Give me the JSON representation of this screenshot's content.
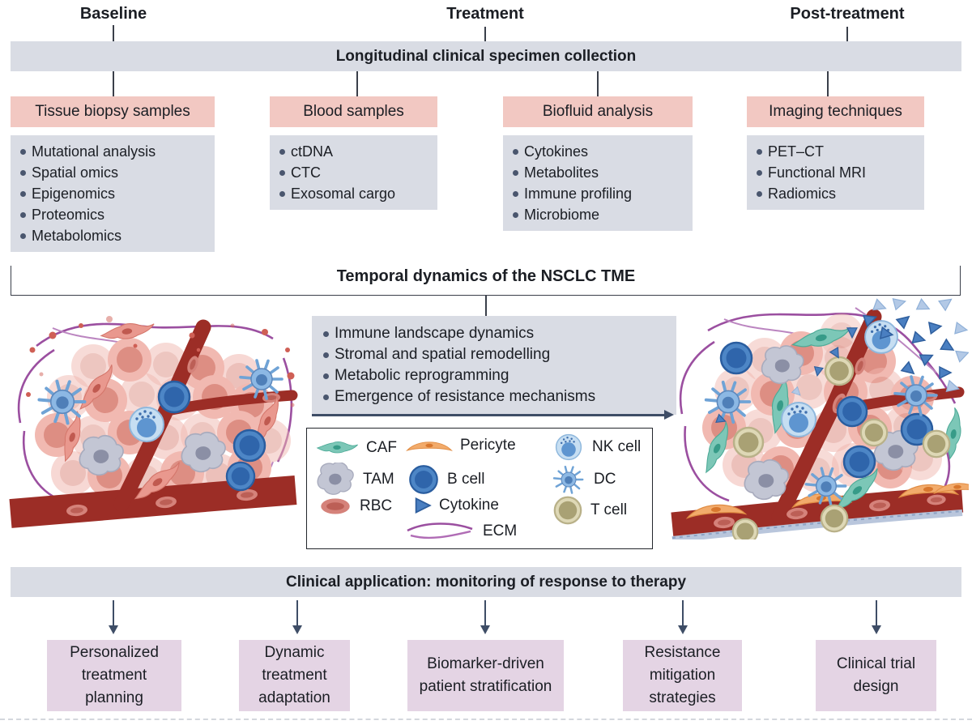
{
  "colors": {
    "banner_bg": "#d9dce4",
    "list_bg": "#d9dce4",
    "pink_header_bg": "#f2c8c2",
    "purple_box_bg": "#e4d4e4",
    "arrow": "#3e4d66",
    "bullet": "#4a566e",
    "vessel_red": "#9c2d26",
    "ecm_purple": "#9b4fa0",
    "caf_teal": "#7cc7b7",
    "tcell_olive": "#a9a174",
    "bcell_blue": "#2f65ab"
  },
  "timeline": {
    "baseline": "Baseline",
    "treatment": "Treatment",
    "post_treatment": "Post-treatment"
  },
  "banners": {
    "collection": "Longitudinal clinical specimen collection",
    "dynamics": "Temporal dynamics of the NSCLC TME",
    "application": "Clinical application: monitoring of response to therapy"
  },
  "columns": [
    {
      "header": "Tissue biopsy samples",
      "items": [
        "Mutational analysis",
        "Spatial omics",
        "Epigenomics",
        "Proteomics",
        "Metabolomics"
      ]
    },
    {
      "header": "Blood samples",
      "items": [
        "ctDNA",
        "CTC",
        "Exosomal cargo"
      ]
    },
    {
      "header": "Biofluid analysis",
      "items": [
        "Cytokines",
        "Metabolites",
        "Immune profiling",
        "Microbiome"
      ]
    },
    {
      "header": "Imaging techniques",
      "items": [
        "PET–CT",
        "Functional MRI",
        "Radiomics"
      ]
    }
  ],
  "dynamics_bullets": [
    "Immune landscape dynamics",
    "Stromal and spatial remodelling",
    "Metabolic reprogramming",
    "Emergence of resistance mechanisms"
  ],
  "legend": {
    "items": [
      {
        "icon": "caf-icon",
        "label": "CAF"
      },
      {
        "icon": "pericyte-icon",
        "label": "Pericyte"
      },
      {
        "icon": "nk-cell-icon",
        "label": "NK cell"
      },
      {
        "icon": "tam-icon",
        "label": "TAM"
      },
      {
        "icon": "b-cell-icon",
        "label": "B cell"
      },
      {
        "icon": "dc-icon",
        "label": "DC"
      },
      {
        "icon": "rbc-icon",
        "label": "RBC"
      },
      {
        "icon": "cytokine-icon",
        "label": "Cytokine"
      },
      {
        "icon": "t-cell-icon",
        "label": "T cell"
      },
      {
        "icon": "ecm-icon",
        "label": "ECM"
      }
    ]
  },
  "applications": [
    "Personalized treatment planning",
    "Dynamic treatment adaptation",
    "Biomarker-driven patient stratification",
    "Resistance mitigation strategies",
    "Clinical trial design"
  ]
}
